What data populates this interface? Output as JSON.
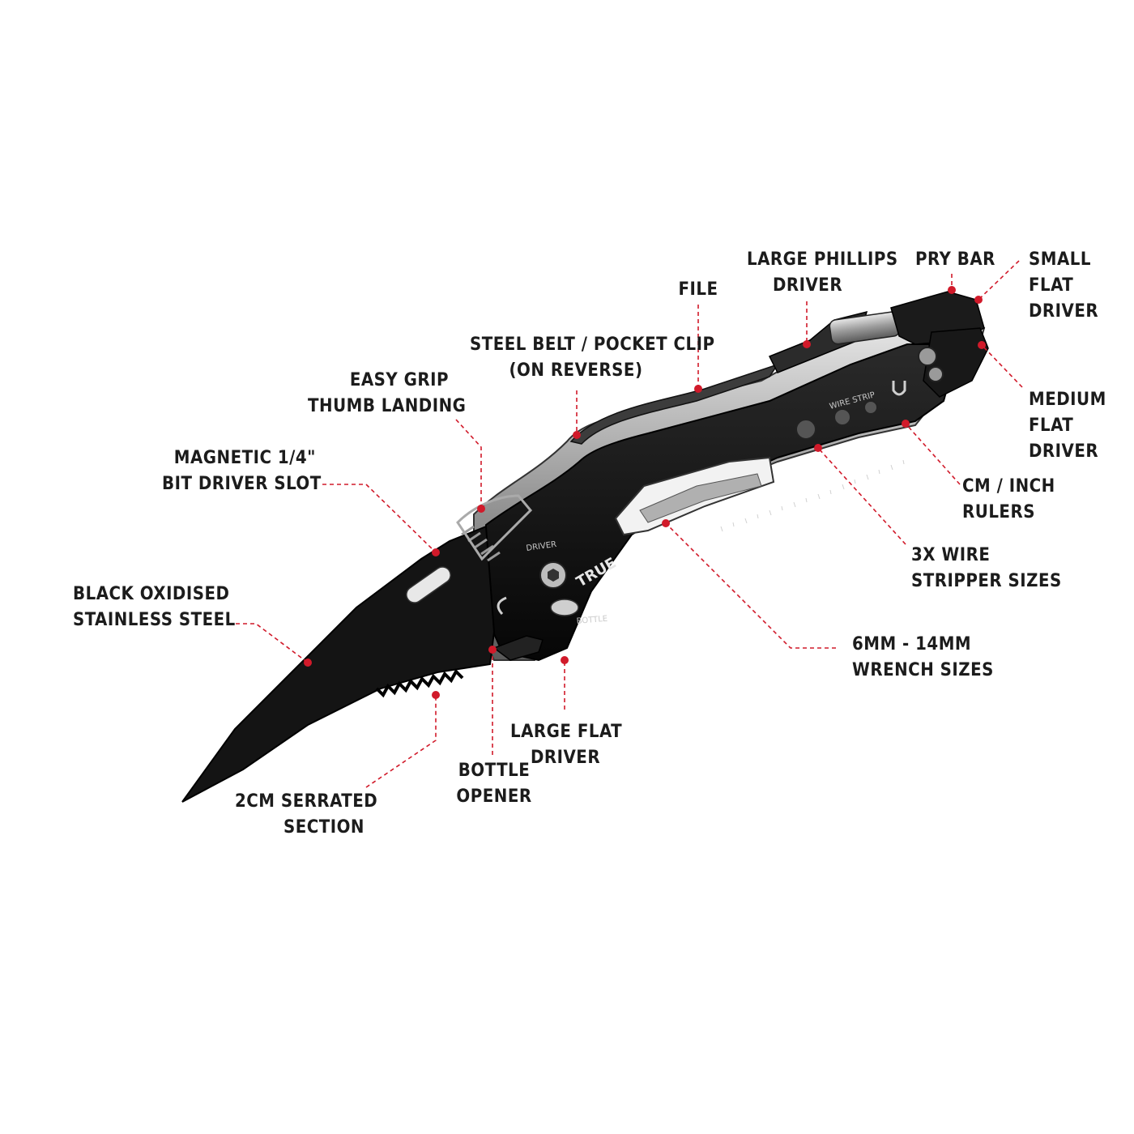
{
  "colors": {
    "leader": "#d11a2a",
    "label_text": "#1c1c1c",
    "tool_body": "#121212",
    "steel": "#b8b8b8",
    "background": "#ffffff"
  },
  "tool": {
    "brand_mark": "TRUE",
    "etched_driver": "DRIVER",
    "etched_bottle": "BOTTLE",
    "etched_wire_strip": "WIRE STRIP"
  },
  "labels": [
    {
      "id": "large-phillips-driver",
      "lines": [
        "LARGE PHILLIPS",
        "DRIVER"
      ]
    },
    {
      "id": "pry-bar",
      "lines": [
        "PRY BAR"
      ]
    },
    {
      "id": "small-flat-driver",
      "lines": [
        "SMALL",
        "FLAT",
        "DRIVER"
      ]
    },
    {
      "id": "file",
      "lines": [
        "FILE"
      ]
    },
    {
      "id": "steel-belt-pocket-clip",
      "lines": [
        "STEEL BELT / POCKET CLIP",
        "(ON REVERSE)"
      ]
    },
    {
      "id": "easy-grip-thumb-landing",
      "lines": [
        "EASY GRIP",
        "THUMB LANDING"
      ]
    },
    {
      "id": "medium-flat-driver",
      "lines": [
        "MEDIUM",
        "FLAT",
        "DRIVER"
      ]
    },
    {
      "id": "magnetic-bit-driver-slot",
      "lines": [
        "MAGNETIC 1/4\"",
        "BIT DRIVER SLOT"
      ]
    },
    {
      "id": "cm-inch-rulers",
      "lines": [
        "CM / INCH",
        "RULERS"
      ]
    },
    {
      "id": "wire-stripper-sizes",
      "lines": [
        "3X WIRE",
        "STRIPPER SIZES"
      ]
    },
    {
      "id": "black-oxidised-steel",
      "lines": [
        "BLACK OXIDISED",
        "STAINLESS STEEL"
      ]
    },
    {
      "id": "wrench-sizes",
      "lines": [
        "6MM - 14MM",
        "WRENCH SIZES"
      ]
    },
    {
      "id": "large-flat-driver",
      "lines": [
        "LARGE FLAT",
        "DRIVER"
      ]
    },
    {
      "id": "bottle-opener",
      "lines": [
        "BOTTLE",
        "OPENER"
      ]
    },
    {
      "id": "serrated-section",
      "lines": [
        "2CM SERRATED",
        "SECTION"
      ]
    }
  ]
}
